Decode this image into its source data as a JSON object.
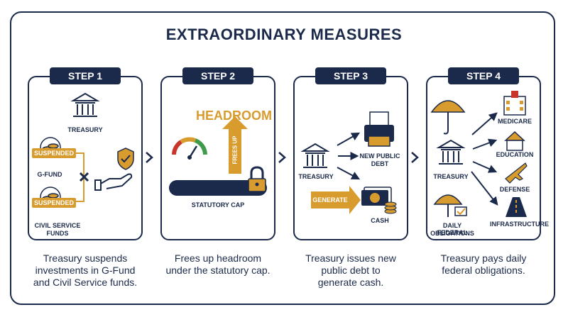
{
  "title": "EXTRAORDINARY MEASURES",
  "steps": [
    {
      "badge": "STEP 1",
      "caption_lines": [
        "Treasury suspends",
        "investments in G-Fund",
        "and Civil Service funds."
      ],
      "labels": {
        "treasury": "TREASURY",
        "suspended_1": "SUSPENDED",
        "gfund": "G-FUND",
        "suspended_2": "SUSPENDED",
        "civil_1": "CIVIL SERVICE",
        "civil_2": "FUNDS"
      }
    },
    {
      "badge": "STEP 2",
      "caption_lines": [
        "Frees up headroom",
        "under the statutory cap."
      ],
      "labels": {
        "headroom": "HEADROOM",
        "frees_up": "FREES UP",
        "statutory_cap": "STATUTORY CAP"
      }
    },
    {
      "badge": "STEP 3",
      "caption_lines": [
        "Treasury issues new",
        "public debt to",
        "generate cash."
      ],
      "labels": {
        "new_debt_1": "NEW PUBLIC",
        "new_debt_2": "DEBT",
        "treasury": "TREASURY",
        "generate": "GENERATE",
        "cash": "CASH"
      }
    },
    {
      "badge": "STEP 4",
      "caption_lines": [
        "Treasury pays daily",
        "federal obligations."
      ],
      "labels": {
        "medicare": "MEDICARE",
        "education": "EDUCATION",
        "treasury": "TREASURY",
        "defense": "DEFENSE",
        "daily_1": "DAILY FEDERAL",
        "daily_2": "OBLIGATIONS",
        "infrastructure": "INFRASTRUCTURE"
      }
    }
  ],
  "colors": {
    "navy": "#1b2a4a",
    "gold": "#d89b2e",
    "red": "#c8362b",
    "green": "#3f9a4a"
  },
  "icons": [
    "treasury-icon",
    "shield-check-icon",
    "hand-icon",
    "coins-icon",
    "gauge-icon",
    "lock-icon",
    "up-arrow-icon",
    "printer-icon",
    "cash-icon",
    "umbrella-icon",
    "hospital-icon",
    "school-icon",
    "jet-icon",
    "highway-icon"
  ]
}
